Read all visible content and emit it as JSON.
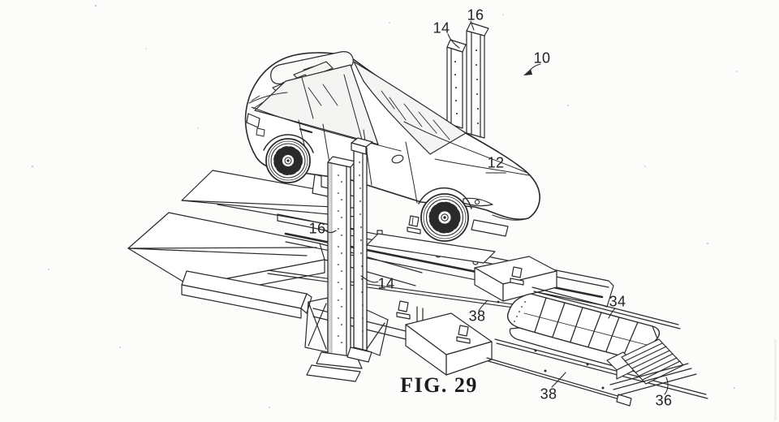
{
  "figure": {
    "caption": "FIG. 29"
  },
  "reference_labels": [
    {
      "id": "label-16-top",
      "text": "16"
    },
    {
      "id": "label-14-top",
      "text": "14"
    },
    {
      "id": "label-10",
      "text": "10"
    },
    {
      "id": "label-12",
      "text": "12"
    },
    {
      "id": "label-16-left",
      "text": "16"
    },
    {
      "id": "label-14-left",
      "text": "14"
    },
    {
      "id": "label-38-upper",
      "text": "38"
    },
    {
      "id": "label-34",
      "text": "34"
    },
    {
      "id": "label-38-lower",
      "text": "38"
    },
    {
      "id": "label-36",
      "text": "36"
    }
  ],
  "colors": {
    "ink": "#2a2a2a",
    "paper": "#fcfcfb"
  }
}
